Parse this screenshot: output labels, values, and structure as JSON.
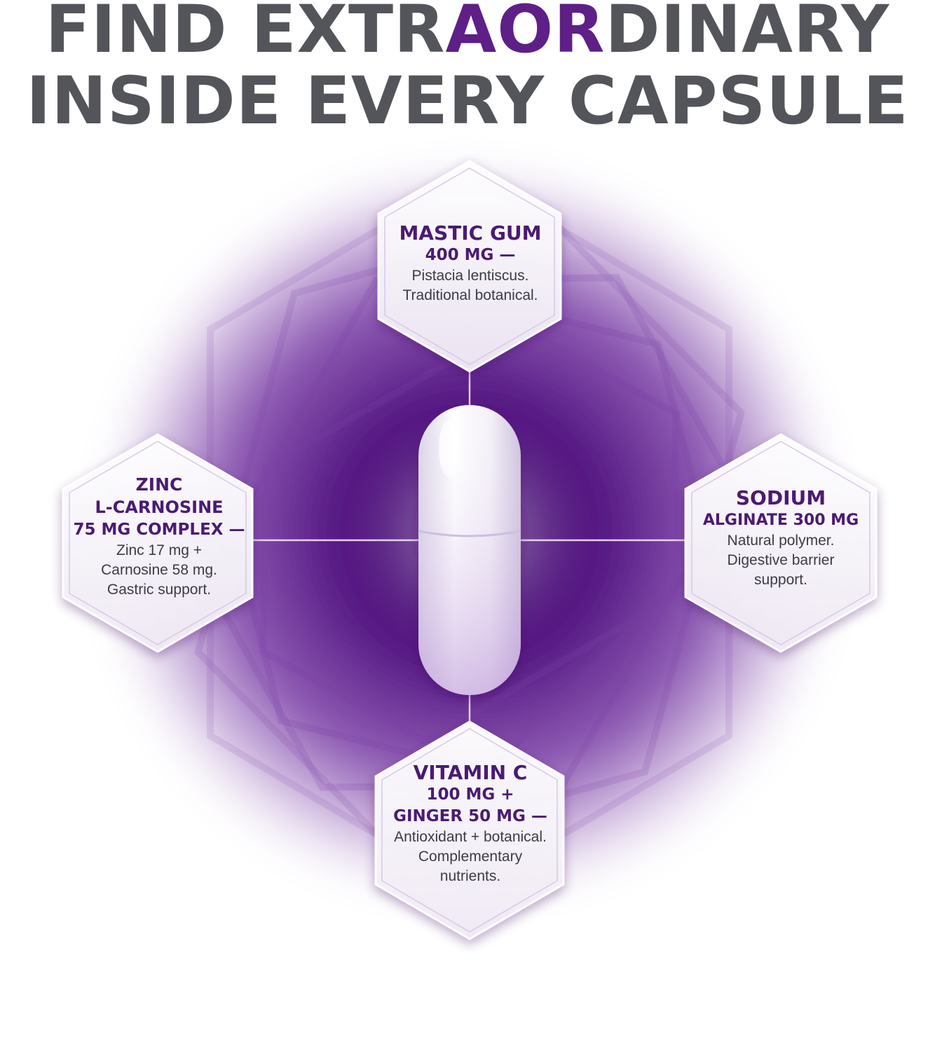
{
  "headline": {
    "line1_before": "FIND EXTR",
    "line1_accent": "AOR",
    "line1_after": "DINARY",
    "line2": "INSIDE EVERY CAPSULE"
  },
  "ingredients": {
    "top": {
      "title": "MASTIC GUM",
      "amount": "400 MG —",
      "desc_lines": [
        "Pistacia lentiscus.",
        "Traditional botanical."
      ]
    },
    "left": {
      "title": "ZINC",
      "amount_lines": [
        "L-CARNOSINE",
        "75 MG COMPLEX —"
      ],
      "desc_lines": [
        "Zinc 17 mg +",
        "Carnosine 58 mg.",
        "Gastric support."
      ]
    },
    "right": {
      "title": "SODIUM",
      "amount": "ALGINATE 300 MG",
      "desc_lines": [
        "Natural polymer.",
        "Digestive barrier",
        "support."
      ]
    },
    "bottom": {
      "title": "VITAMIN C",
      "amount_lines": [
        "100 MG +",
        "GINGER 50 MG —"
      ],
      "desc_lines": [
        "Antioxidant + botanical.",
        "Complementary",
        "nutrients."
      ]
    }
  },
  "colors": {
    "headline_gray": "#54555a",
    "accent_purple": "#5e1f87",
    "deep_purple": "#4a1470",
    "label_purple": "#4b1a72"
  },
  "icons": {
    "capsule": "capsule-illustration",
    "hexagon": "hexagon-card"
  }
}
